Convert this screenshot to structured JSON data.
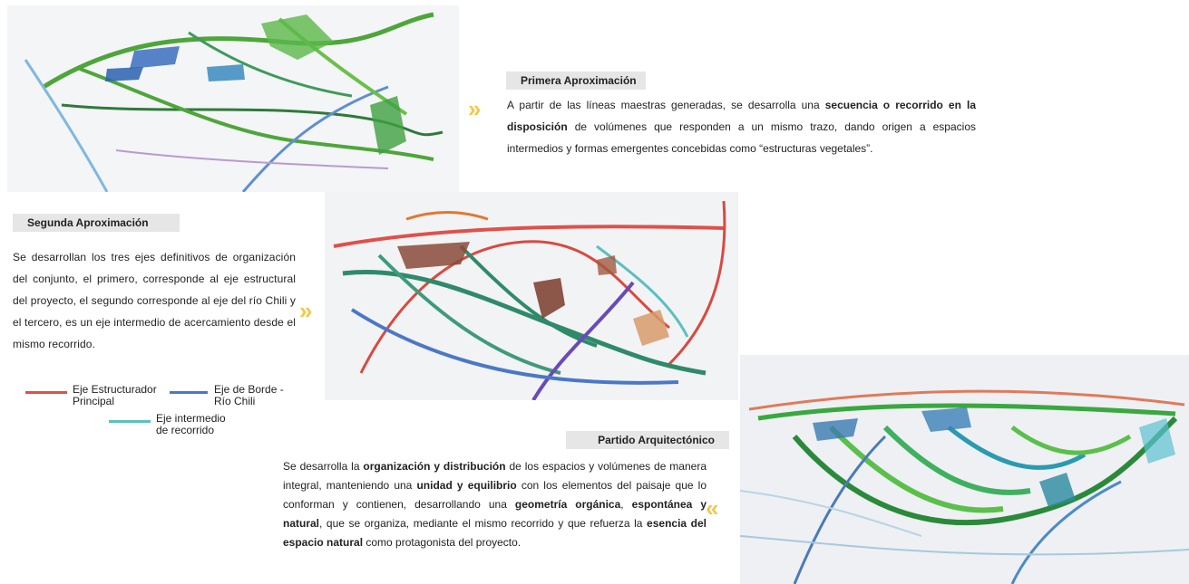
{
  "section1": {
    "title": "Primera Aproximación",
    "text_parts": [
      {
        "t": "A partir de las líneas maestras generadas, se desarrolla una ",
        "b": false
      },
      {
        "t": "secuencia o recorrido en la disposición",
        "b": true
      },
      {
        "t": " de volúmenes que responden a un mismo trazo, dando origen a espacios intermedios y formas emergentes concebidas como “estructuras vegetales”.",
        "b": false
      }
    ]
  },
  "section2": {
    "title": "Segunda Aproximación",
    "text": "Se desarrollan los tres ejes definitivos de organización del conjunto, el primero, corresponde al eje estructural del proyecto, el segundo corresponde al eje del río Chili y el tercero, es un eje intermedio de acercamiento desde el mismo recorrido."
  },
  "legend": {
    "item1": "Eje Estructurador Principal",
    "item1_color": "#e0504a",
    "item2": "Eje de Borde - Río Chili",
    "item2_color": "#4a78c8",
    "item3": "Eje intermedio de recorrido",
    "item3_color": "#5bc0c0"
  },
  "section3": {
    "title": "Partido Arquitectónico",
    "text_parts": [
      {
        "t": "Se desarrolla la ",
        "b": false
      },
      {
        "t": "organización y distribución",
        "b": true
      },
      {
        "t": " de los espacios y volúmenes de manera integral, manteniendo una ",
        "b": false
      },
      {
        "t": "unidad y equilibrio",
        "b": true
      },
      {
        "t": " con los elementos del paisaje que lo conforman y contienen, desarrollando una ",
        "b": false
      },
      {
        "t": "geometría orgánica",
        "b": true
      },
      {
        "t": ", ",
        "b": false
      },
      {
        "t": "espontánea y natural",
        "b": true
      },
      {
        "t": ", que se organiza, mediante el mismo recorrido y que refuerza la ",
        "b": false
      },
      {
        "t": "esencia del espacio natural",
        "b": true
      },
      {
        "t": " como protagonista del proyecto.",
        "b": false
      }
    ]
  },
  "arrows": {
    "right": "»",
    "left": "«"
  }
}
